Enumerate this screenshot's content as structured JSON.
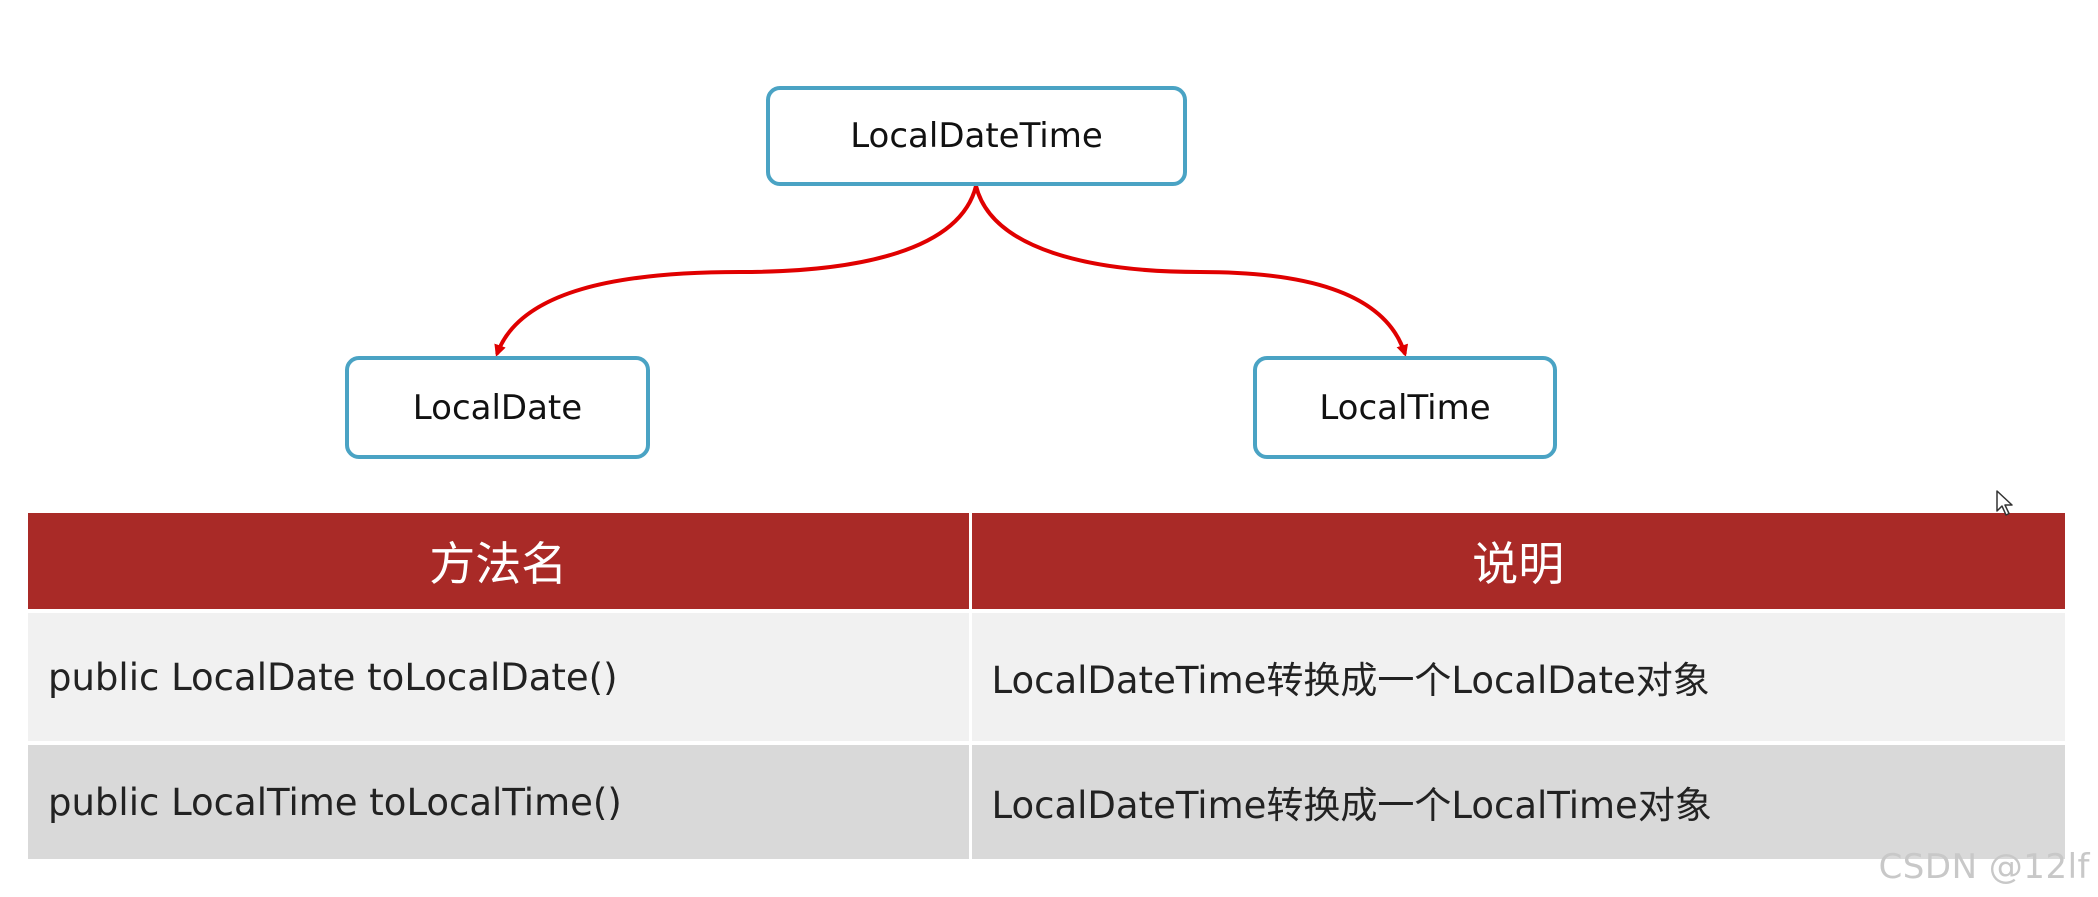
{
  "diagram": {
    "root": "LocalDateTime",
    "children": [
      "LocalDate",
      "LocalTime"
    ],
    "box_color": "#4aa3c4",
    "arrow_color": "#e00000"
  },
  "table": {
    "headers": [
      "方法名",
      "说明"
    ],
    "header_color": "#a92a27",
    "rows": [
      [
        "public LocalDate toLocalDate()",
        "LocalDateTime转换成一个LocalDate对象"
      ],
      [
        "public LocalTime toLocalTime()",
        "LocalDateTime转换成一个LocalTime对象"
      ]
    ]
  },
  "watermark": "CSDN @12lf",
  "cursor_icon": "mouse-pointer-icon"
}
